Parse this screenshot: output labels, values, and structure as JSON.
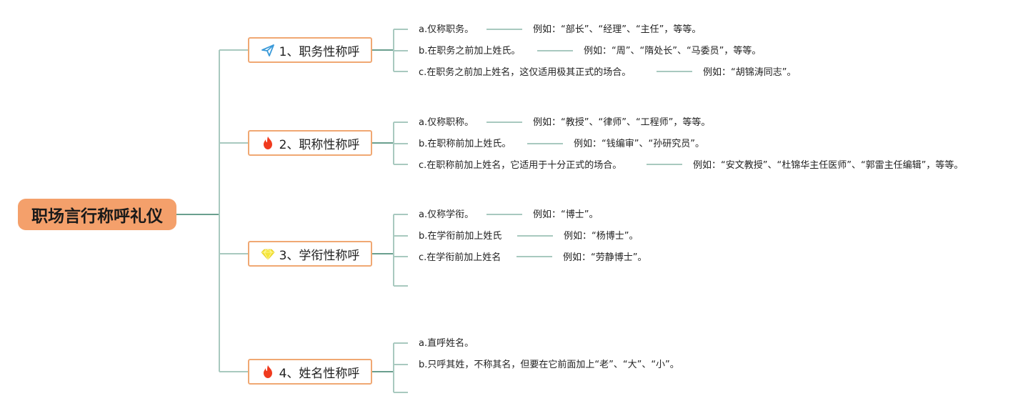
{
  "root": {
    "title": "职场言行称呼礼仪",
    "color": "#f4a06b"
  },
  "colors": {
    "line": "#a8c9bf",
    "line_dark": "#6a9f8e",
    "topic_border": "#f0a873"
  },
  "branches": [
    {
      "label": "1、职务性称呼",
      "icon": "paper-plane-icon",
      "items": [
        {
          "text": "a.仅称职务。",
          "example": "例如：“部长”、“经理”、“主任”，等等。"
        },
        {
          "text": "b.在职务之前加上姓氏。",
          "example": "例如：“周”、“隋处长”、“马委员”，等等。"
        },
        {
          "text": "c.在职务之前加上姓名，这仅适用极其正式的场合。",
          "example": "例如：“胡锦涛同志”。"
        }
      ]
    },
    {
      "label": "2、职称性称呼",
      "icon": "fire-icon",
      "items": [
        {
          "text": "a.仅称职称。",
          "example": "例如：“教授”、“律师”、“工程师”，等等。"
        },
        {
          "text": "b.在职称前加上姓氏。",
          "example": "例如：“钱编审”、“孙研究员”。"
        },
        {
          "text": "c.在职称前加上姓名，它适用于十分正式的场合。",
          "example": "例如：“安文教授”、“杜锦华主任医师”、“郭雷主任编辑”，等等。"
        }
      ]
    },
    {
      "label": "3、学衔性称呼",
      "icon": "diamond-icon",
      "items": [
        {
          "text": "a.仅称学衔。",
          "example": "例如：“博士”。"
        },
        {
          "text": "b.在学衔前加上姓氏",
          "example": "例如：“杨博士”。"
        },
        {
          "text": "c.在学衔前加上姓名",
          "example": "例如：“劳静博士”。"
        },
        {
          "text": "",
          "example": ""
        }
      ]
    },
    {
      "label": "4、姓名性称呼",
      "icon": "fire-icon",
      "items": [
        {
          "text": "a.直呼姓名。",
          "example": ""
        },
        {
          "text": "b.只呼其姓，不称其名，但要在它前面加上“老”、“大”、“小”。",
          "example": ""
        },
        {
          "text": "",
          "example": ""
        }
      ]
    }
  ]
}
